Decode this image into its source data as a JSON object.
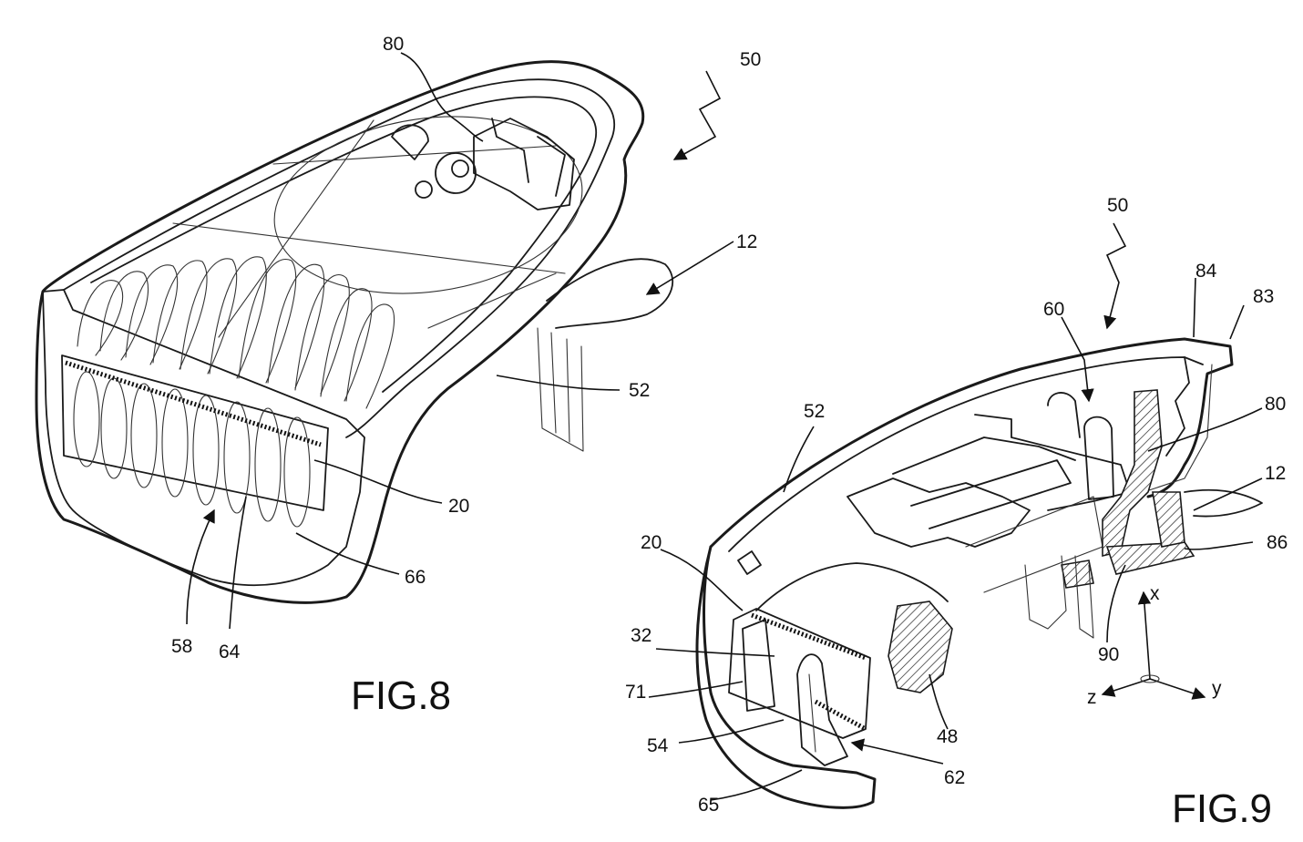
{
  "figures": [
    {
      "label": "FIG.8",
      "references": [
        "80",
        "50",
        "12",
        "52",
        "20",
        "66",
        "58",
        "64"
      ]
    },
    {
      "label": "FIG.9",
      "references": [
        "50",
        "84",
        "83",
        "60",
        "80",
        "52",
        "12",
        "86",
        "20",
        "90",
        "32",
        "71",
        "54",
        "48",
        "62",
        "65"
      ],
      "axes": [
        "x",
        "y",
        "z"
      ]
    }
  ]
}
